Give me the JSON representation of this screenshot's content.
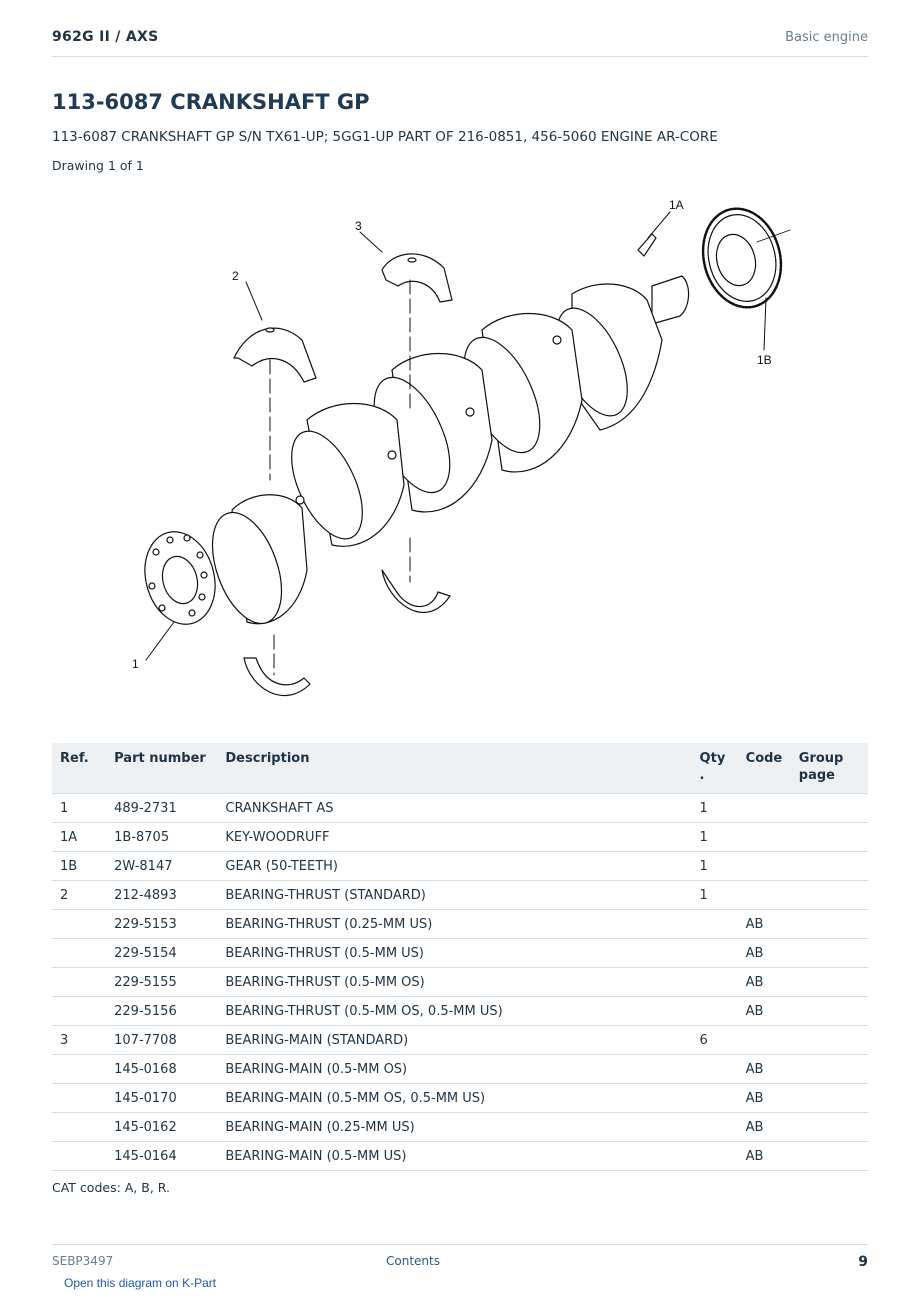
{
  "header": {
    "model": "962G II  /  AXS",
    "section": "Basic engine"
  },
  "title": "113-6087 CRANKSHAFT GP",
  "subtitle": "113-6087 CRANKSHAFT GP S/N TX61-UP; 5GG1-UP PART OF 216-0851, 456-5060 ENGINE AR-CORE",
  "drawing_note": "Drawing 1 of 1",
  "callouts": [
    "1",
    "1A",
    "1B",
    "2",
    "3"
  ],
  "table": {
    "headers": {
      "ref": "Ref.",
      "part_number": "Part number",
      "description": "Description",
      "qty": "Qty\n.",
      "code": "Code",
      "group_page": "Group page"
    },
    "rows": [
      {
        "ref": "1",
        "part_number": "489-2731",
        "description": "CRANKSHAFT AS",
        "qty": "1",
        "code": ""
      },
      {
        "ref": "1A",
        "part_number": "1B-8705",
        "description": "KEY-WOODRUFF",
        "qty": "1",
        "code": ""
      },
      {
        "ref": "1B",
        "part_number": "2W-8147",
        "description": "GEAR (50-TEETH)",
        "qty": "1",
        "code": ""
      },
      {
        "ref": "2",
        "part_number": "212-4893",
        "description": "BEARING-THRUST (STANDARD)",
        "qty": "1",
        "code": ""
      },
      {
        "ref": "",
        "part_number": "229-5153",
        "description": "BEARING-THRUST (0.25-MM US)",
        "qty": "",
        "code": "AB"
      },
      {
        "ref": "",
        "part_number": "229-5154",
        "description": "BEARING-THRUST (0.5-MM US)",
        "qty": "",
        "code": "AB"
      },
      {
        "ref": "",
        "part_number": "229-5155",
        "description": "BEARING-THRUST (0.5-MM OS)",
        "qty": "",
        "code": "AB"
      },
      {
        "ref": "",
        "part_number": "229-5156",
        "description": "BEARING-THRUST (0.5-MM OS, 0.5-MM US)",
        "qty": "",
        "code": "AB"
      },
      {
        "ref": "3",
        "part_number": "107-7708",
        "description": "BEARING-MAIN (STANDARD)",
        "qty": "6",
        "code": ""
      },
      {
        "ref": "",
        "part_number": "145-0168",
        "description": "BEARING-MAIN (0.5-MM OS)",
        "qty": "",
        "code": "AB"
      },
      {
        "ref": "",
        "part_number": "145-0170",
        "description": "BEARING-MAIN (0.5-MM OS, 0.5-MM US)",
        "qty": "",
        "code": "AB"
      },
      {
        "ref": "",
        "part_number": "145-0162",
        "description": "BEARING-MAIN (0.25-MM US)",
        "qty": "",
        "code": "AB"
      },
      {
        "ref": "",
        "part_number": "145-0164",
        "description": "BEARING-MAIN (0.5-MM US)",
        "qty": "",
        "code": "AB"
      }
    ]
  },
  "cat_codes": "CAT codes: A, B, R.",
  "footer": {
    "doc_id": "SEBP3497",
    "contents_link": "Contents",
    "page_number": "9"
  },
  "kpart_link": "Open this diagram on K-Part"
}
